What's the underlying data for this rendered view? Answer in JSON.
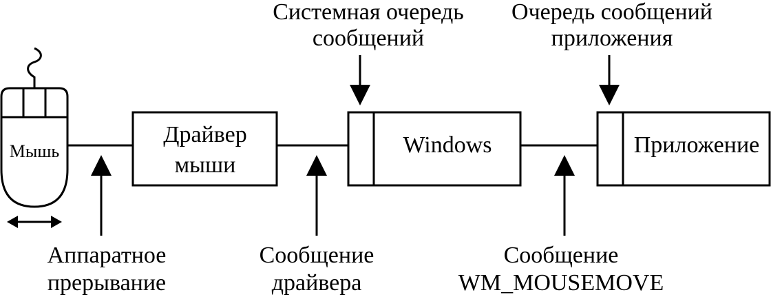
{
  "labels": {
    "mouse": "Мышь",
    "driver_line1": "Драйвер",
    "driver_line2": "мыши",
    "windows": "Windows",
    "application": "Приложение",
    "system_queue_line1": "Системная очередь",
    "system_queue_line2": "сообщений",
    "app_queue_line1": "Очередь сообщений",
    "app_queue_line2": "приложения",
    "hw_interrupt_line1": "Аппаратное",
    "hw_interrupt_line2": "прерывание",
    "driver_msg_line1": "Сообщение",
    "driver_msg_line2": "драйвера",
    "wm_msg_line1": "Сообщение",
    "wm_msg_line2": "WM_MOUSEMOVE"
  },
  "colors": {
    "stroke": "#000000",
    "background": "#ffffff"
  }
}
